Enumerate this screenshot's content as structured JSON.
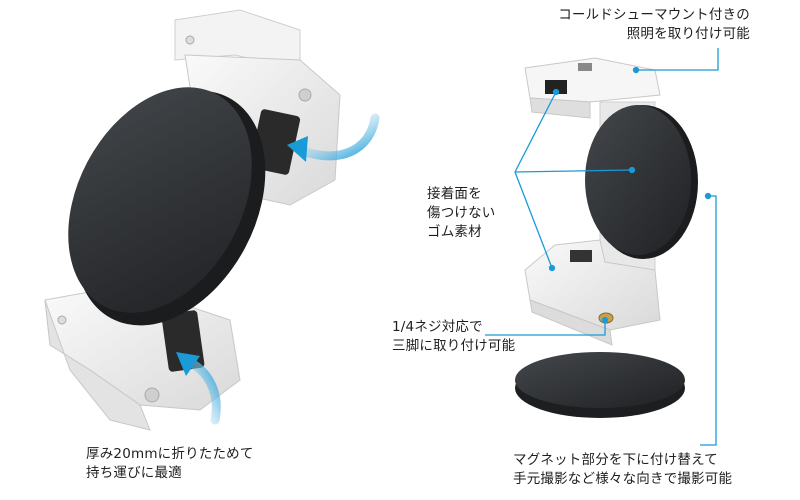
{
  "captions": {
    "thickness": [
      "厚み20mmに折りたためて",
      "持ち運びに最適"
    ],
    "cold_shoe": [
      "コールドシューマウント付きの",
      "照明を取り付け可能"
    ],
    "rubber": [
      "接着面を",
      "傷つけない",
      "ゴム素材"
    ],
    "tripod": [
      "1/4ネジ対応で",
      "三脚に取り付け可能"
    ],
    "magnet": [
      "マグネット部分を下に付け替えて",
      "手元撮影など様々な向きで撮影可能"
    ]
  },
  "colors": {
    "accent": "#1a9ad6",
    "disc": "#2b2d30",
    "bracket": "#ececec"
  }
}
